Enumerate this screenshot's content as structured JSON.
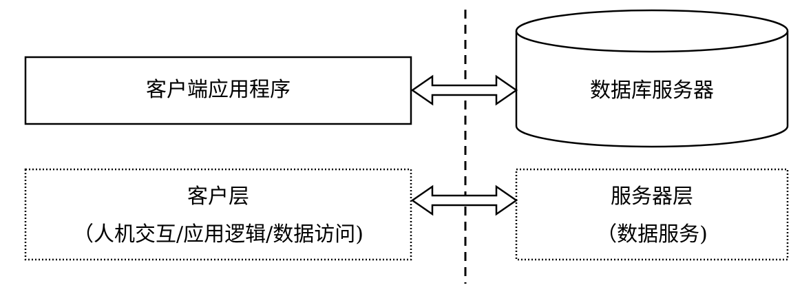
{
  "top_row": {
    "client_box_label": "客户端应用程序",
    "server_db_label": "数据库服务器"
  },
  "bottom_row": {
    "client_layer_title": "客户层",
    "client_layer_detail": "（人机交互/应用逻辑/数据访问)",
    "server_layer_title": "服务器层",
    "server_layer_detail": "（数据服务)"
  },
  "colors": {
    "stroke": "#000000",
    "background": "#ffffff"
  }
}
